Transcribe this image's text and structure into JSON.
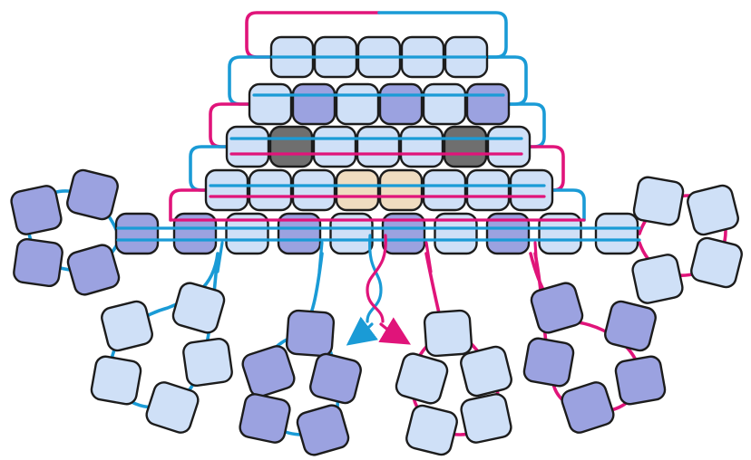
{
  "colors": {
    "background": "#ffffff",
    "tile_light": "#cfe0f7",
    "tile_medium": "#9ba2e0",
    "tile_dark": "#6f6f6f",
    "tile_tan": "#efdcc0",
    "outline": "#1c1c1c",
    "strand_blue": "#1a9bd6",
    "strand_magenta": "#e0147a"
  },
  "pyramid_rows": [
    {
      "shades": [
        "light",
        "light",
        "light",
        "light",
        "light"
      ]
    },
    {
      "shades": [
        "light",
        "medium",
        "light",
        "medium",
        "light",
        "medium"
      ]
    },
    {
      "shades": [
        "light",
        "dark",
        "light",
        "light",
        "light",
        "dark",
        "light"
      ]
    },
    {
      "shades": [
        "light",
        "light",
        "light",
        "tan",
        "tan",
        "light",
        "light",
        "light"
      ]
    },
    {
      "shades": [
        "medium",
        "light",
        "medium",
        "light",
        "medium",
        "light",
        "medium",
        "light"
      ]
    }
  ],
  "side_tiles": [
    "medium",
    "light"
  ],
  "rings": [
    {
      "strand": "blue",
      "shades": [
        "medium",
        "medium",
        "medium",
        "medium"
      ]
    },
    {
      "strand": "blue",
      "shades": [
        "light",
        "light",
        "light",
        "light",
        "light"
      ]
    },
    {
      "strand": "blue",
      "shades": [
        "medium",
        "medium",
        "medium",
        "medium",
        "medium"
      ]
    },
    {
      "strand": "magenta",
      "shades": [
        "light",
        "light",
        "light",
        "light",
        "light"
      ]
    },
    {
      "strand": "magenta",
      "shades": [
        "medium",
        "medium",
        "medium",
        "medium",
        "medium"
      ]
    },
    {
      "strand": "magenta",
      "shades": [
        "light",
        "light",
        "light",
        "light"
      ]
    }
  ],
  "arrows": [
    "blue",
    "magenta"
  ]
}
